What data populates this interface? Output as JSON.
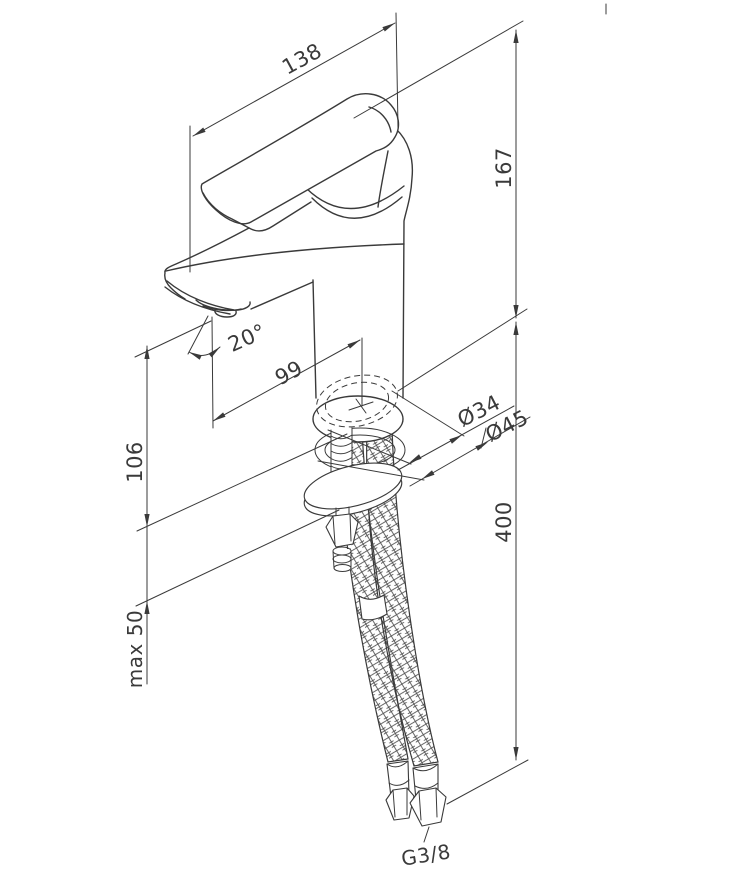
{
  "drawing": {
    "labels": {
      "spout_width": "138",
      "total_height": "167",
      "spout_angle": "20°",
      "spout_reach": "99",
      "dia_body": "Ø34",
      "dia_base": "Ø45",
      "spout_height": "106",
      "hose_length": "400",
      "max_deck": "max 50",
      "thread": "G3/8"
    }
  }
}
